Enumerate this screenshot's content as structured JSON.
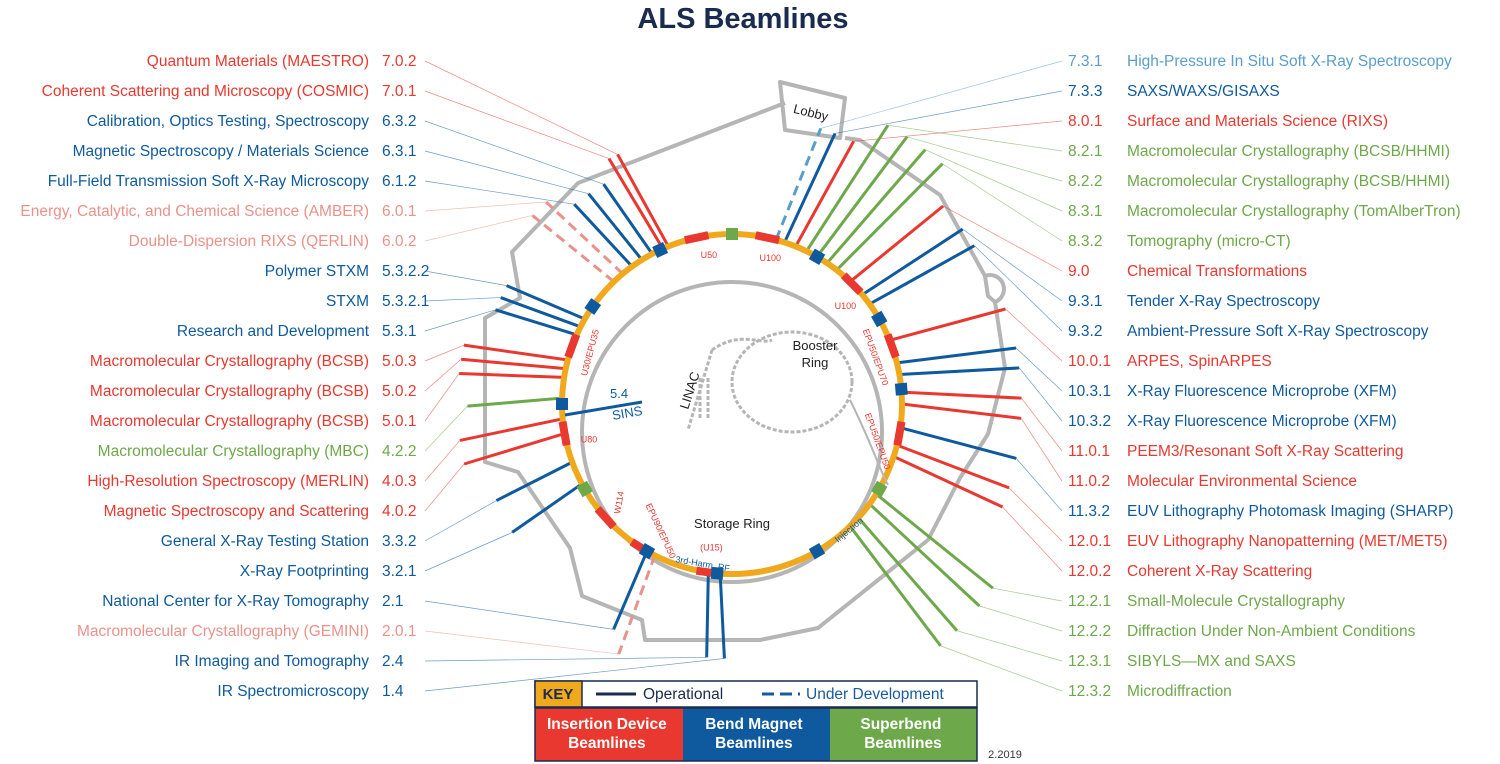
{
  "title": "ALS Beamlines",
  "date": "2.2019",
  "colors": {
    "insertion": "#e8382f",
    "bend": "#0f5a9e",
    "superbend": "#6da84a",
    "dev_insertion": "#e8928a",
    "dev_bend": "#5a9ec8",
    "ring": "#f0a81c",
    "building": "#b5b5b5"
  },
  "left_beamlines": [
    {
      "name": "Quantum Materials (MAESTRO)",
      "id": "7.0.2",
      "type": "insertion",
      "dev": false
    },
    {
      "name": "Coherent Scattering and Microscopy (COSMIC)",
      "id": "7.0.1",
      "type": "insertion",
      "dev": false
    },
    {
      "name": "Calibration, Optics Testing, Spectroscopy",
      "id": "6.3.2",
      "type": "bend",
      "dev": false
    },
    {
      "name": "Magnetic Spectroscopy / Materials Science",
      "id": "6.3.1",
      "type": "bend",
      "dev": false
    },
    {
      "name": "Full-Field Transmission Soft X-Ray Microscopy",
      "id": "6.1.2",
      "type": "bend",
      "dev": false
    },
    {
      "name": "Energy, Catalytic, and Chemical Science (AMBER)",
      "id": "6.0.1",
      "type": "insertion",
      "dev": true
    },
    {
      "name": "Double-Dispersion RIXS (QERLIN)",
      "id": "6.0.2",
      "type": "insertion",
      "dev": true
    },
    {
      "name": "Polymer STXM",
      "id": "5.3.2.2",
      "type": "bend",
      "dev": false
    },
    {
      "name": "STXM",
      "id": "5.3.2.1",
      "type": "bend",
      "dev": false
    },
    {
      "name": "Research and Development",
      "id": "5.3.1",
      "type": "bend",
      "dev": false
    },
    {
      "name": "Macromolecular Crystallography (BCSB)",
      "id": "5.0.3",
      "type": "insertion",
      "dev": false
    },
    {
      "name": "Macromolecular Crystallography (BCSB)",
      "id": "5.0.2",
      "type": "insertion",
      "dev": false
    },
    {
      "name": "Macromolecular Crystallography (BCSB)",
      "id": "5.0.1",
      "type": "insertion",
      "dev": false
    },
    {
      "name": "Macromolecular Crystallography (MBC)",
      "id": "4.2.2",
      "type": "superbend",
      "dev": false
    },
    {
      "name": "High-Resolution Spectroscopy (MERLIN)",
      "id": "4.0.3",
      "type": "insertion",
      "dev": false
    },
    {
      "name": "Magnetic Spectroscopy and Scattering",
      "id": "4.0.2",
      "type": "insertion",
      "dev": false
    },
    {
      "name": "General X-Ray Testing Station",
      "id": "3.3.2",
      "type": "bend",
      "dev": false
    },
    {
      "name": "X-Ray Footprinting",
      "id": "3.2.1",
      "type": "bend",
      "dev": false
    },
    {
      "name": "National Center for X-Ray Tomography",
      "id": "2.1",
      "type": "bend",
      "dev": false
    },
    {
      "name": "Macromolecular Crystallography (GEMINI)",
      "id": "2.0.1",
      "type": "insertion",
      "dev": true
    },
    {
      "name": "IR Imaging and Tomography",
      "id": "2.4",
      "type": "bend",
      "dev": false
    },
    {
      "name": "IR Spectromicroscopy",
      "id": "1.4",
      "type": "bend",
      "dev": false
    }
  ],
  "right_beamlines": [
    {
      "id": "7.3.1",
      "name": "High-Pressure In Situ Soft X-Ray Spectroscopy",
      "type": "bend",
      "dev": true
    },
    {
      "id": "7.3.3",
      "name": "SAXS/WAXS/GISAXS",
      "type": "bend",
      "dev": false
    },
    {
      "id": "8.0.1",
      "name": "Surface and Materials Science (RIXS)",
      "type": "insertion",
      "dev": false
    },
    {
      "id": "8.2.1",
      "name": "Macromolecular Crystallography (BCSB/HHMI)",
      "type": "superbend",
      "dev": false
    },
    {
      "id": "8.2.2",
      "name": "Macromolecular Crystallography (BCSB/HHMI)",
      "type": "superbend",
      "dev": false
    },
    {
      "id": "8.3.1",
      "name": "Macromolecular Crystallography (TomAlberTron)",
      "type": "superbend",
      "dev": false
    },
    {
      "id": "8.3.2",
      "name": "Tomography (micro-CT)",
      "type": "superbend",
      "dev": false
    },
    {
      "id": "9.0",
      "name": "Chemical Transformations",
      "type": "insertion",
      "dev": false
    },
    {
      "id": "9.3.1",
      "name": "Tender X-Ray Spectroscopy",
      "type": "bend",
      "dev": false
    },
    {
      "id": "9.3.2",
      "name": "Ambient-Pressure Soft X-Ray Spectroscopy",
      "type": "bend",
      "dev": false
    },
    {
      "id": "10.0.1",
      "name": "ARPES, SpinARPES",
      "type": "insertion",
      "dev": false
    },
    {
      "id": "10.3.1",
      "name": "X-Ray Fluorescence Microprobe (XFM)",
      "type": "bend",
      "dev": false
    },
    {
      "id": "10.3.2",
      "name": "X-Ray Fluorescence Microprobe (XFM)",
      "type": "bend",
      "dev": false
    },
    {
      "id": "11.0.1",
      "name": "PEEM3/Resonant Soft X-Ray Scattering",
      "type": "insertion",
      "dev": false
    },
    {
      "id": "11.0.2",
      "name": "Molecular Environmental Science",
      "type": "insertion",
      "dev": false
    },
    {
      "id": "11.3.2",
      "name": "EUV Lithography Photomask Imaging (SHARP)",
      "type": "bend",
      "dev": false
    },
    {
      "id": "12.0.1",
      "name": "EUV Lithography Nanopatterning (MET/MET5)",
      "type": "insertion",
      "dev": false
    },
    {
      "id": "12.0.2",
      "name": "Coherent X-Ray Scattering",
      "type": "insertion",
      "dev": false
    },
    {
      "id": "12.2.1",
      "name": "Small-Molecule Crystallography",
      "type": "superbend",
      "dev": false
    },
    {
      "id": "12.2.2",
      "name": "Diffraction Under Non-Ambient Conditions",
      "type": "superbend",
      "dev": false
    },
    {
      "id": "12.3.1",
      "name": "SIBYLS—MX and SAXS",
      "type": "superbend",
      "dev": false
    },
    {
      "id": "12.3.2",
      "name": "Microdiffraction",
      "type": "superbend",
      "dev": false
    }
  ],
  "labels": {
    "lobby": "Lobby",
    "booster_ring": [
      "Booster",
      "Ring"
    ],
    "linac": "LINAC",
    "storage_ring": "Storage Ring",
    "sins": [
      "5.4",
      "SINS"
    ],
    "injection": "Injection",
    "rf": "3rd-Harm. RF",
    "devices": [
      "U50",
      "U100",
      "U100",
      "EPU50/EPU70",
      "EPU50/EPU50",
      "U30/EPU35",
      "U80",
      "W114",
      "EPU90/EPU50",
      "(U15)"
    ]
  },
  "key": {
    "title": "KEY",
    "operational": "Operational",
    "under_development": "Under Development",
    "insertion": [
      "Insertion Device",
      "Beamlines"
    ],
    "bend": [
      "Bend Magnet",
      "Beamlines"
    ],
    "superbend": [
      "Superbend",
      "Beamlines"
    ]
  }
}
